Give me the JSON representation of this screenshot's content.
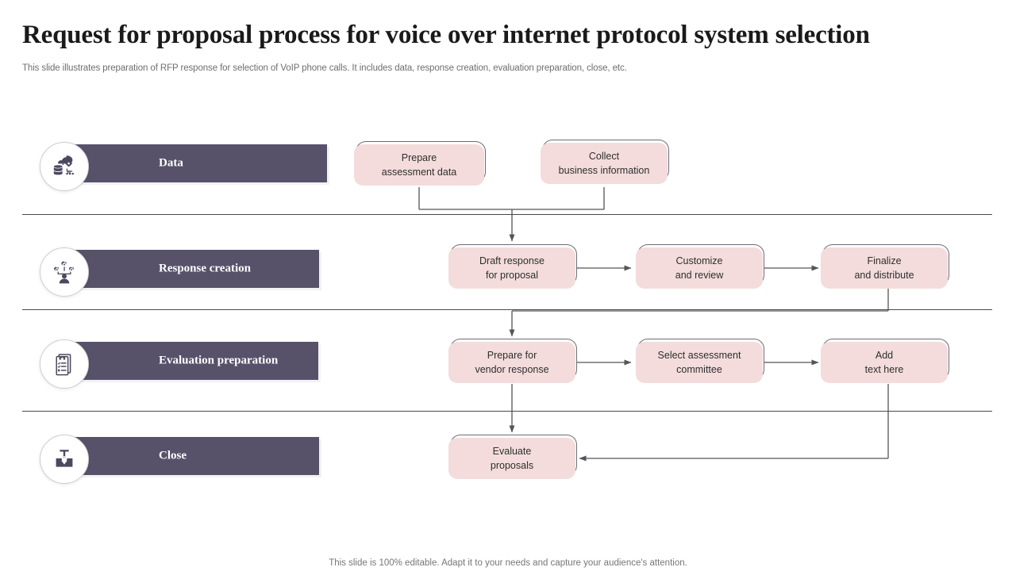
{
  "header": {
    "title": "Request for proposal process for voice over internet protocol system selection",
    "subtitle": "This slide illustrates preparation of RFP response for selection of VoIP phone calls. It includes data, response creation, evaluation preparation, close, etc."
  },
  "footer": {
    "note": "This slide is 100% editable. Adapt it to your needs and capture your audience's attention."
  },
  "colors": {
    "stage_bar": "#57526a",
    "node_fill": "#f4dcdc",
    "node_outline": "#6b6b78",
    "connector": "#555555",
    "divider": "#4a4a4a",
    "title": "#1a1a1a",
    "subtitle": "#6e6e6e"
  },
  "stages": [
    {
      "label": "Data",
      "icon": "cloud-database-icon"
    },
    {
      "label": "Response creation",
      "icon": "gears-person-icon"
    },
    {
      "label": "Evaluation preparation",
      "icon": "checklist-clipboard-icon"
    },
    {
      "label": "Close",
      "icon": "merge-arrow-icon"
    }
  ],
  "nodes": {
    "prepare_assessment_data": "Prepare\nassessment data",
    "collect_business_info": "Collect\nbusiness information",
    "draft_response": "Draft response\nfor proposal",
    "customize_and_review": "Customize\nand review",
    "finalize_and_distribute": "Finalize\nand distribute",
    "prepare_vendor_response": "Prepare  for\nvendor  response",
    "select_assessment_cmte": "Select assessment\ncommittee",
    "add_text_here": "Add\ntext here",
    "evaluate_proposals": "Evaluate\nproposals"
  }
}
